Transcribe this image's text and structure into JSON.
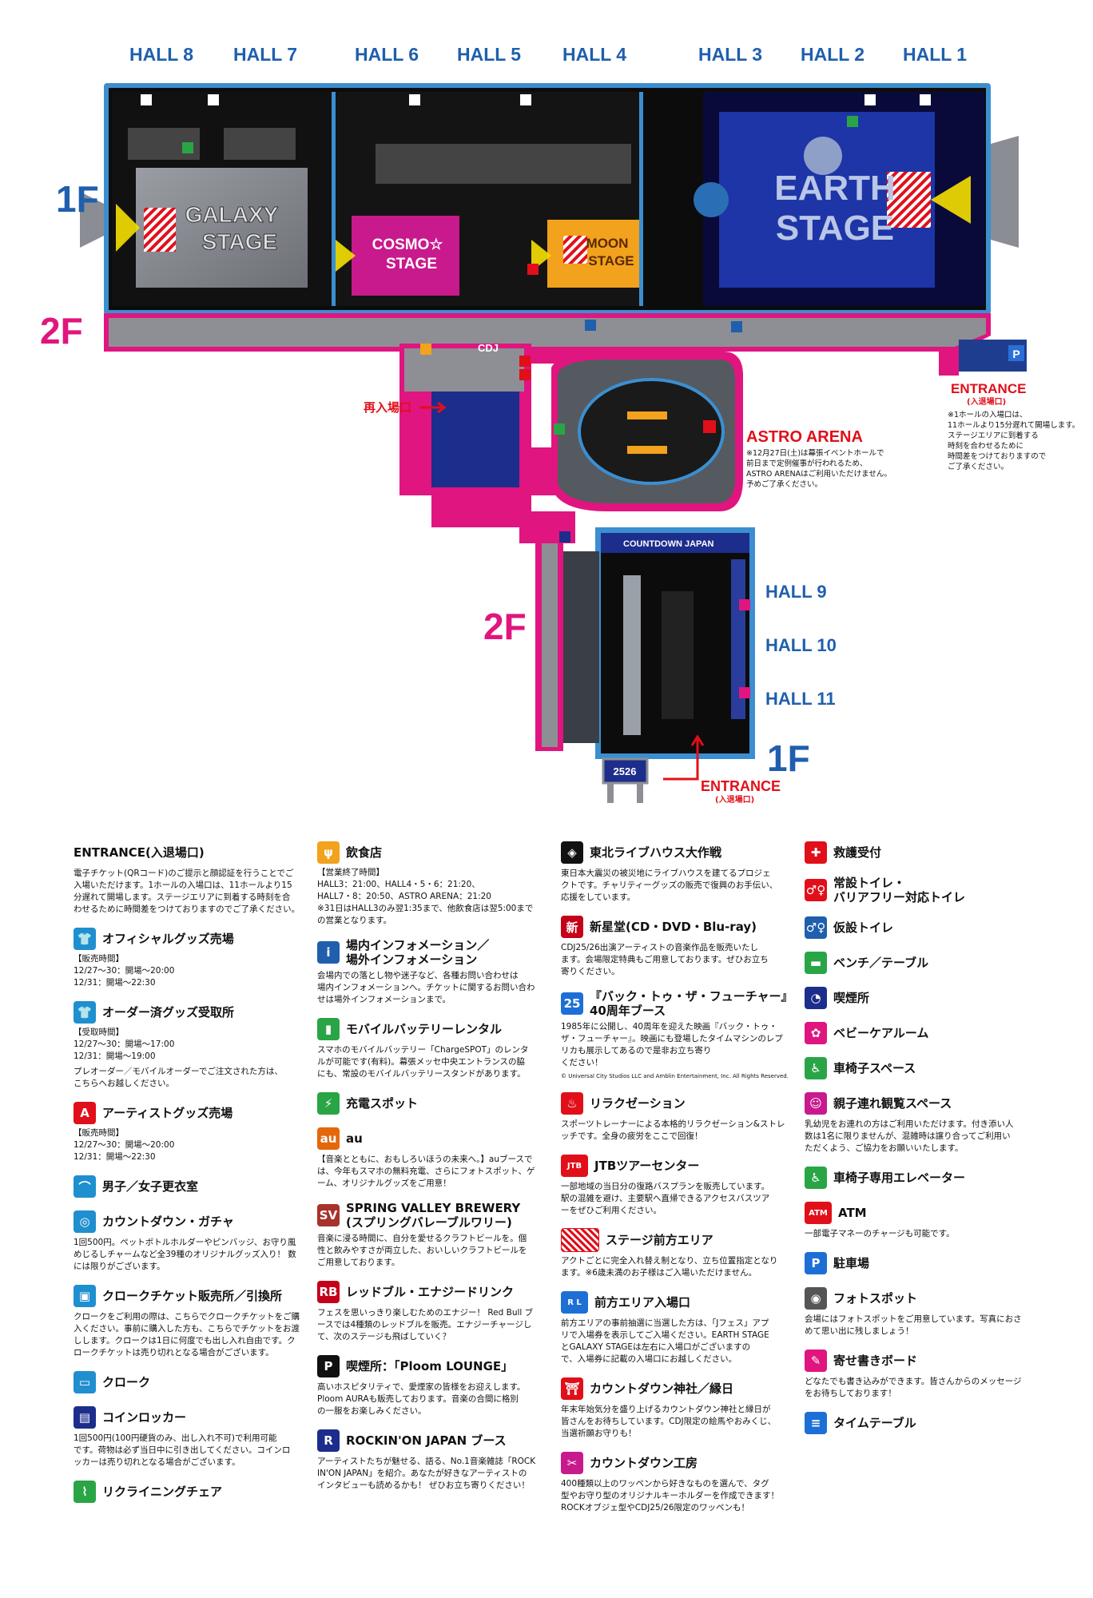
{
  "map": {
    "halls_top": [
      "HALL 8",
      "HALL 7",
      "HALL 6",
      "HALL 5",
      "HALL 4",
      "HALL 3",
      "HALL 2",
      "HALL 1"
    ],
    "halls_right": [
      "HALL 9",
      "HALL 10",
      "HALL 11"
    ],
    "floor_1f": "1F",
    "floor_2f": "2F",
    "stages": {
      "earth_1": "EARTH",
      "earth_2": "STAGE",
      "galaxy_1": "GALAXY",
      "galaxy_2": "STAGE",
      "cosmo_1": "COSMO☆",
      "cosmo_2": "STAGE",
      "moon_1": "MOON",
      "moon_2": "STAGE"
    },
    "astro_arena_title": "ASTRO ARENA",
    "astro_arena_note": "※12月27日(土)は幕張イベントホールで\n前日まで定例催事が行われるため、\nASTRO ARENAはご利用いただけません。\n予めご了承ください。",
    "entrance_label": "ENTRANCE",
    "entrance_sub": "(入退場口)",
    "entrance_note": "※1ホールの入場口は、\n11ホールより15分遅れて開場します。\nステージエリアに到着する\n時刻を合わせるために\n時間差をつけておりますので\nご了承ください。",
    "reentry_label": "再入場口",
    "countdown_japan_label": "COUNTDOWN JAPAN",
    "cdj_label": "CDJ",
    "sign_label": "2526"
  },
  "legend": {
    "col1": [
      {
        "icon": "entrance-icon",
        "title": "ENTRANCE(入退場口)",
        "desc": "電子チケット(QRコード)のご提示と顔認証を行うことでご\n入場いただけます。1ホールの入場口は、11ホールより15\n分遅れて開場します。ステージエリアに到着する時刻を合\nわせるために時間差をつけておりますのでご了承ください。"
      },
      {
        "icon": "tshirt-icon",
        "title": "オフィシャルグッズ売場",
        "sub": "【販売時間】\n12/27〜30：開場〜20:00\n12/31：開場〜22:30"
      },
      {
        "icon": "tshirt-icon",
        "title": "オーダー済グッズ受取所",
        "sub": "【受取時間】\n12/27〜30：開場〜17:00\n12/31：開場〜19:00",
        "desc": "プレオーダー／モバイルオーダーでご注文された方は、\nこちらへお越しください。"
      },
      {
        "icon": "artist-goods-icon",
        "title": "アーティストグッズ売場",
        "sub": "【販売時間】\n12/27〜30：開場〜20:00\n12/31：開場〜22:30"
      },
      {
        "icon": "hanger-icon",
        "title": "男子／女子更衣室"
      },
      {
        "icon": "gacha-icon",
        "title": "カウントダウン・ガチャ",
        "desc": "1回500円。ペットボトルホルダーやピンバッジ、お守り風\nめじるしチャームなど全39種のオリジナルグッズ入り！ 数\nには限りがございます。"
      },
      {
        "icon": "cloak-ticket-icon",
        "title": "クロークチケット販売所／引換所",
        "desc": "クロークをご利用の際は、こちらでクロークチケットをご購\n入ください。事前に購入した方も、こちらでチケットをお渡\nしします。クロークは1日に何度でも出し入れ自由です。ク\nロークチケットは売り切れとなる場合がございます。"
      },
      {
        "icon": "cloak-icon",
        "title": "クローク"
      },
      {
        "icon": "locker-icon",
        "title": "コインロッカー",
        "desc": "1回500円(100円硬貨のみ、出し入れ不可)で利用可能\nです。荷物は必ず当日中に引き出してください。コインロ\nッカーは売り切れとなる場合がございます。"
      },
      {
        "icon": "recliner-icon",
        "title": "リクライニングチェア"
      }
    ],
    "col2": [
      {
        "icon": "food-icon",
        "title": "飲食店",
        "sub": "【営業終了時間】\nHALL3：21:00、HALL4・5・6：21:20、\nHALL7・8：20:50、ASTRO ARENA：21:20\n※31日はHALL3のみ翌1:35まで、他飲食店は翌5:00まで\nの営業となります。"
      },
      {
        "icon": "info-icon",
        "title": "場内インフォメーション／\n場外インフォメーション",
        "desc": "会場内での落とし物や迷子など、各種お問い合わせは\n場内インフォメーションへ。チケットに関するお問い合わ\nせは場外インフォメーションまで。"
      },
      {
        "icon": "battery-icon",
        "title": "モバイルバッテリーレンタル",
        "desc": "スマホのモバイルバッテリー「ChargeSPOT」のレンタ\nルが可能です(有料)。幕張メッセ中央エントランスの脇\nにも、常設のモバイルバッテリースタンドがあります。"
      },
      {
        "icon": "charge-icon",
        "title": "充電スポット"
      },
      {
        "icon": "au-icon",
        "title": "au",
        "desc": "【音楽とともに、おもしろいほうの未来へ。】auブースで\nは、今年もスマホの無料充電、さらにフォトスポット、ゲ\nーム、オリジナルグッズをご用意！"
      },
      {
        "icon": "springvalley-icon",
        "title": "SPRING VALLEY BREWERY\n(スプリングバレーブルワリー)",
        "desc": "音楽に浸る時間に、自分を愛せるクラフトビールを。個\n性と飲みやすさが両立した、おいしいクラフトビールを\nご用意しております。"
      },
      {
        "icon": "redbull-icon",
        "title": "レッドブル・エナジードリンク",
        "desc": "フェスを思いっきり楽しむためのエナジー！ Red Bull ブ\nースでは4種類のレッドブルを販売。エナジーチャージし\nて、次のステージも飛ばしていく？"
      },
      {
        "icon": "smoking-lounge-icon",
        "title": "喫煙所：「Ploom LOUNGE」",
        "desc": "高いホスピタリティで、愛煙家の皆様をお迎えします。\nPloom AURAも販売しております。音楽の合間に格別\nの一服をお楽しみください。"
      },
      {
        "icon": "rockinon-icon",
        "title": "ROCKIN'ON JAPAN ブース",
        "desc": "アーティストたちが魅せる、語る、No.1音楽雑誌「ROCK\nIN'ON JAPAN」を紹介。あなたが好きなアーティストの\nインタビューも読めるかも！ ぜひお立ち寄りください！"
      }
    ],
    "col3": [
      {
        "icon": "tohoku-icon",
        "title": "東北ライブハウス大作戦",
        "desc": "東日本大震災の被災地にライブハウスを建てるプロジェ\nクトです。チャリティーグッズの販売で復興のお手伝い、\n応援をしています。"
      },
      {
        "icon": "shinseido-icon",
        "title": "新星堂(CD・DVD・Blu-ray)",
        "desc": "CDJ25/26出演アーティストの音楽作品を販売いたし\nます。会場限定特典もご用意しております。ぜひお立ち\n寄りください。"
      },
      {
        "icon": "bttf-icon",
        "title": "『バック・トゥ・ザ・フューチャー』\n40周年ブース",
        "desc": "1985年に公開し、40周年を迎えた映画『バック・トゥ・\nザ・フューチャー』。映画にも登場したタイムマシンのレプ\nリカも展示してあるので是非お立ち寄り\nください！",
        "note": "© Universal City Studios LLC and Amblin Entertainment, Inc. All Rights Reserved."
      },
      {
        "icon": "relax-icon",
        "title": "リラクゼーション",
        "desc": "スポーツトレーナーによる本格的リラクゼーション&ストレ\nッチです。全身の疲労をここで回復！"
      },
      {
        "icon": "jtb-icon",
        "title": "JTBツアーセンター",
        "desc": "一部地域の当日分の復路バスプランを販売しています。\n駅の混雑を避け、主要駅へ直帰できるアクセスバスツア\nーをぜひご利用ください。"
      },
      {
        "icon": "front-area-icon",
        "title": "ステージ前方エリア",
        "desc": "アクトごとに完全入れ替え制となり、立ち位置指定となり\nます。※6歳未満のお子様はご入場いただけません。"
      },
      {
        "icon": "front-entry-icon",
        "title": "前方エリア入場口",
        "desc": "前方エリアの事前抽選に当選した方は、「Jフェス」アプ\nリで入場券を表示してご入場ください。EARTH STAGE\nとGALAXY STAGEは左右に入場口がございますの\nで、入場券に記載の入場口にお越しください。"
      },
      {
        "icon": "shrine-icon",
        "title": "カウントダウン神社／縁日",
        "desc": "年末年始気分を盛り上げるカウントダウン神社と縁日が\n皆さんをお待ちしています。CDJ限定の絵馬やおみくじ、\n当選祈願お守りも！"
      },
      {
        "icon": "workshop-icon",
        "title": "カウントダウン工房",
        "desc": "400種類以上のワッペンから好きなものを選んで、タグ\n型やお守り型のオリジナルキーホルダーを作成できます！\nROCKオブジェ型やCDJ25/26限定のワッペンも！"
      }
    ],
    "col4": [
      {
        "icon": "first-aid-icon",
        "title": "救護受付"
      },
      {
        "icon": "toilet-icon",
        "title": "常設トイレ・\nバリアフリー対応トイレ"
      },
      {
        "icon": "temp-toilet-icon",
        "title": "仮設トイレ"
      },
      {
        "icon": "bench-icon",
        "title": "ベンチ／テーブル"
      },
      {
        "icon": "smoking-icon",
        "title": "喫煙所"
      },
      {
        "icon": "baby-icon",
        "title": "ベビーケアルーム"
      },
      {
        "icon": "wheelchair-icon",
        "title": "車椅子スペース"
      },
      {
        "icon": "family-icon",
        "title": "親子連れ観覧スペース",
        "desc": "乳幼児をお連れの方はご利用いただけます。付き添い人\n数は1名に限りませんが、混雑時は譲り合ってご利用い\nただくよう、ご協力をお願いいたします。"
      },
      {
        "icon": "elevator-icon",
        "title": "車椅子専用エレベーター"
      },
      {
        "icon": "atm-icon",
        "title": "ATM",
        "desc": "一部電子マネーのチャージも可能です。"
      },
      {
        "icon": "parking-icon",
        "title": "駐車場"
      },
      {
        "icon": "photo-spot-icon",
        "title": "フォトスポット",
        "desc": "会場にはフォトスポットをご用意しています。写真におさ\nめて思い出に残しましょう！"
      },
      {
        "icon": "board-icon",
        "title": "寄せ書きボード",
        "desc": "どなたでも書き込みができます。皆さんからのメッセージ\nをお待ちしております！"
      },
      {
        "icon": "timetable-icon",
        "title": "タイムテーブル"
      }
    ]
  },
  "colors": {
    "hall_blue": "#1f5fad",
    "floor_magenta": "#e0157f",
    "entrance_red": "#e10f1a",
    "outline_blue": "#3b8fd1",
    "corridor_gray": "#8d8f94",
    "hall_black": "#0c0c0c",
    "earth_blue": "#1d35a6",
    "cosmo_magenta": "#c8198d",
    "moon_orange": "#f2a21c",
    "astro_gray": "#555a61"
  }
}
